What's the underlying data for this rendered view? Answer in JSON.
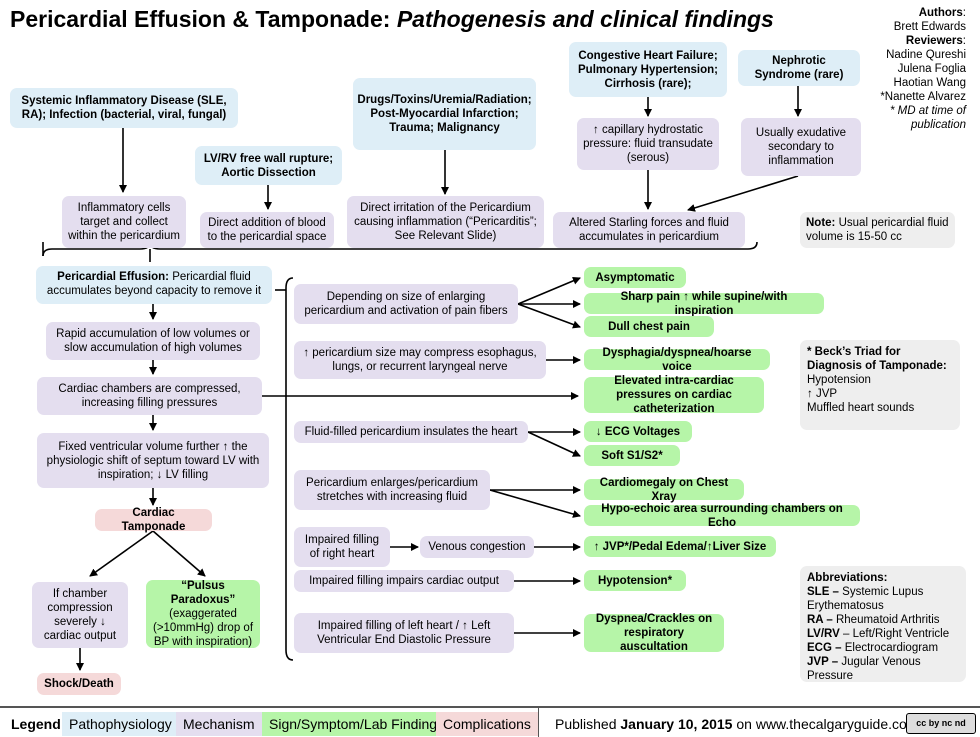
{
  "title": {
    "main": "Pericardial Effusion & Tamponade:",
    "sub": "Pathogenesis and clinical findings"
  },
  "authors": {
    "authors_label": "Authors",
    "author": "Brett Edwards",
    "reviewers_label": "Reviewers",
    "reviewers": [
      "Nadine Qureshi",
      "Julena Foglia",
      "Haotian Wang",
      "*Nanette Alvarez"
    ],
    "footnote": "* MD at time of publication"
  },
  "causes": {
    "sle": "Systemic Inflammatory Disease (SLE, RA); Infection (bacterial, viral, fungal)",
    "rupture": "LV/RV free wall rupture; Aortic Dissection",
    "drugs": "Drugs/Toxins/Uremia/Radiation; Post-Myocardial Infarction; Trauma; Malignancy",
    "chf": "Congestive Heart Failure; Pulmonary Hypertension; Cirrhosis (rare);",
    "nephrotic": "Nephrotic Syndrome (rare)"
  },
  "mechanisms_top": {
    "inflam_cells": "Inflammatory cells target and collect within the pericardium",
    "direct_blood": "Direct addition of blood to the pericardial space",
    "irritation": "Direct irritation of the Pericardium causing inflammation (“Pericarditis”; See Relevant Slide)",
    "capillary": "↑ capillary hydrostatic pressure: fluid transudate (serous)",
    "exudative": "Usually exudative secondary to inflammation",
    "starling": "Altered Starling forces and fluid accumulates in pericardium"
  },
  "note": {
    "label": "Note:",
    "text": "Usual pericardial fluid volume is 15-50 cc"
  },
  "effusion": {
    "label": "Pericardial Effusion:",
    "text": "Pericardial fluid accumulates beyond capacity to remove it"
  },
  "left_chain": {
    "rapid": "Rapid accumulation of low volumes or slow accumulation of high volumes",
    "compressed": "Cardiac chambers are compressed, increasing filling pressures",
    "fixed": "Fixed ventricular volume further ↑ the physiologic shift of septum toward LV with inspiration; ↓ LV filling",
    "tamponade": "Cardiac Tamponade",
    "chamber": "If chamber compression severely ↓ cardiac output",
    "paradoxus_bold": "“Pulsus Paradoxus”",
    "paradoxus": "(exaggerated (>10mmHg) drop of BP with inspiration)",
    "shock": "Shock/Death"
  },
  "middle": {
    "size": "Depending on size of enlarging pericardium and activation of pain fibers",
    "compress": "↑ pericardium size may compress esophagus, lungs, or recurrent laryngeal nerve",
    "insulates": "Fluid-filled pericardium insulates the heart",
    "enlarges": "Pericardium enlarges/pericardium stretches with increasing fluid",
    "impaired_right": "Impaired filling of right heart",
    "venous": "Venous congestion",
    "impaired_output": "Impaired filling impairs cardiac output",
    "impaired_left": "Impaired filling of left heart / ↑ Left Ventricular End Diastolic Pressure"
  },
  "findings": {
    "asymptomatic": "Asymptomatic",
    "sharp": "Sharp pain ↑ while supine/with inspiration",
    "dull": "Dull chest pain",
    "dysphagia": "Dysphagia/dyspnea/hoarse voice",
    "elevated": "Elevated intra-cardiac pressures on cardiac catheterization",
    "ecg": "↓ ECG Voltages",
    "soft": "Soft S1/S2*",
    "cardiomegaly": "Cardiomegaly on Chest Xray",
    "hypoechoic": "Hypo-echoic area surrounding chambers on Echo",
    "jvp": "↑ JVP*/Pedal Edema/↑Liver Size",
    "hypotension": "Hypotension*",
    "crackles": "Dyspnea/Crackles on respiratory auscultation"
  },
  "beck": {
    "title": "* Beck’s Triad for Diagnosis of Tamponade:",
    "items": [
      "Hypotension",
      "↑ JVP",
      "Muffled heart sounds"
    ]
  },
  "abbreviations": {
    "title": "Abbreviations:",
    "items": [
      {
        "abbr": "SLE –",
        "full": "Systemic Lupus Erythematosus"
      },
      {
        "abbr": "RA –",
        "full": "Rheumatoid Arthritis"
      },
      {
        "abbr": "LV/RV",
        "full": "– Left/Right Ventricle"
      },
      {
        "abbr": "ECG –",
        "full": "Electrocardiogram"
      },
      {
        "abbr": "JVP –",
        "full": "Jugular Venous Pressure"
      }
    ]
  },
  "legend": {
    "label": "Legend:",
    "keys": [
      "Pathophysiology",
      "Mechanism",
      "Sign/Symptom/Lab Finding",
      "Complications"
    ],
    "published_prefix": "Published",
    "date": "January 10, 2015",
    "published_suffix": "on www.thecalgaryguide.com",
    "license": "cc by nc nd"
  },
  "colors": {
    "pathophysiology": "#deeef7",
    "mechanism": "#e4deef",
    "sign": "#b6f5a8",
    "complication": "#f5d9d9",
    "note": "#eeeeee"
  }
}
